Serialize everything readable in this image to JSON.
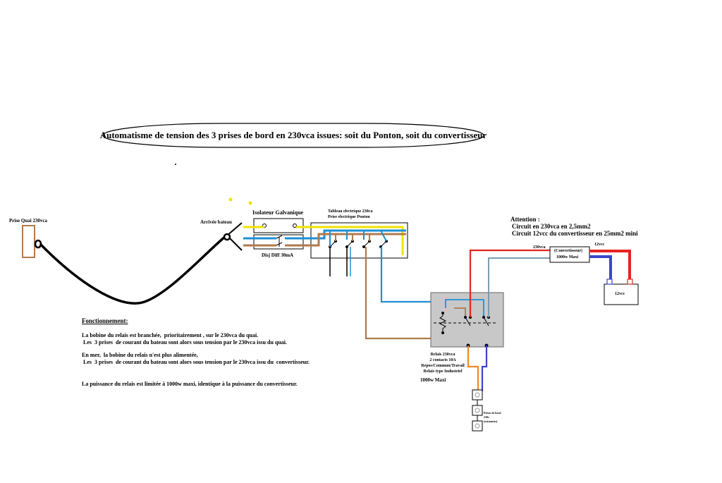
{
  "title": "Automatisme de tension des 3 prises de bord en 230vca issues: soit du Ponton, soit du convertisseur",
  "labels": {
    "prise_quai": "Prise Quai 230vca",
    "arrivee_bateau": "Arrivée bateau",
    "isolateur": "Isolateur Galvanique",
    "disj_diff": "Disj Diff 30mA",
    "tableau_line1": "Tableau electrique 230ca",
    "tableau_line2": "Prise electrique Ponton",
    "attention": "Attention :",
    "attention_line1": "Circuit en 230vca en 2,5mm2",
    "attention_line2": "Circuit 12vcc du convertisseur en 25mm2 mini",
    "voltage_230": "230vca",
    "voltage_12": "12vcc",
    "convertisseur": "(Convertisseur)",
    "convertisseur_power": "1000w Maxi",
    "battery": "12vcc",
    "relais_line1": "Relais 230vca",
    "relais_line2": "2 contacts 10A",
    "relais_line3": "Repos/Commun/Travail",
    "relais_line4": "Relais type Industriel",
    "relais_power": "1000w Maxi",
    "prises_line1": "Prises de bord",
    "prises_line2": "230v",
    "prises_line3": "(existantes)"
  },
  "fonctionnement": {
    "heading": "Fonctionnement:",
    "p1_line1": "La bobine du relais est branchée,  prioritairement , sur le 230vca du quai.",
    "p1_line2": " Les  3 prises  de courant du bateau sont alors sous tension par le 230vca issu du quai.",
    "p2_line1": "En mer,  la bobine du relais n'est plus alimentée,",
    "p2_line2": " Les  3 prises  de courant du bateau sont alors sous tension par le 230vca issu du  convertisseur.",
    "p3_line1": "La puissance du relais est limitée à 1000w maxi, identique à la puissance du convertisseur."
  },
  "colors": {
    "yellow_wire": "#f2e200",
    "blue_wire": "#1f8fd6",
    "brown_wire": "#b07a4e",
    "red_wire": "#e52420",
    "navy_wire": "#3a46c8",
    "grey_wire": "#7a9cb0",
    "orange_wire": "#f08a24",
    "relay_box": "#c8c8c8",
    "cable": "#000000"
  }
}
